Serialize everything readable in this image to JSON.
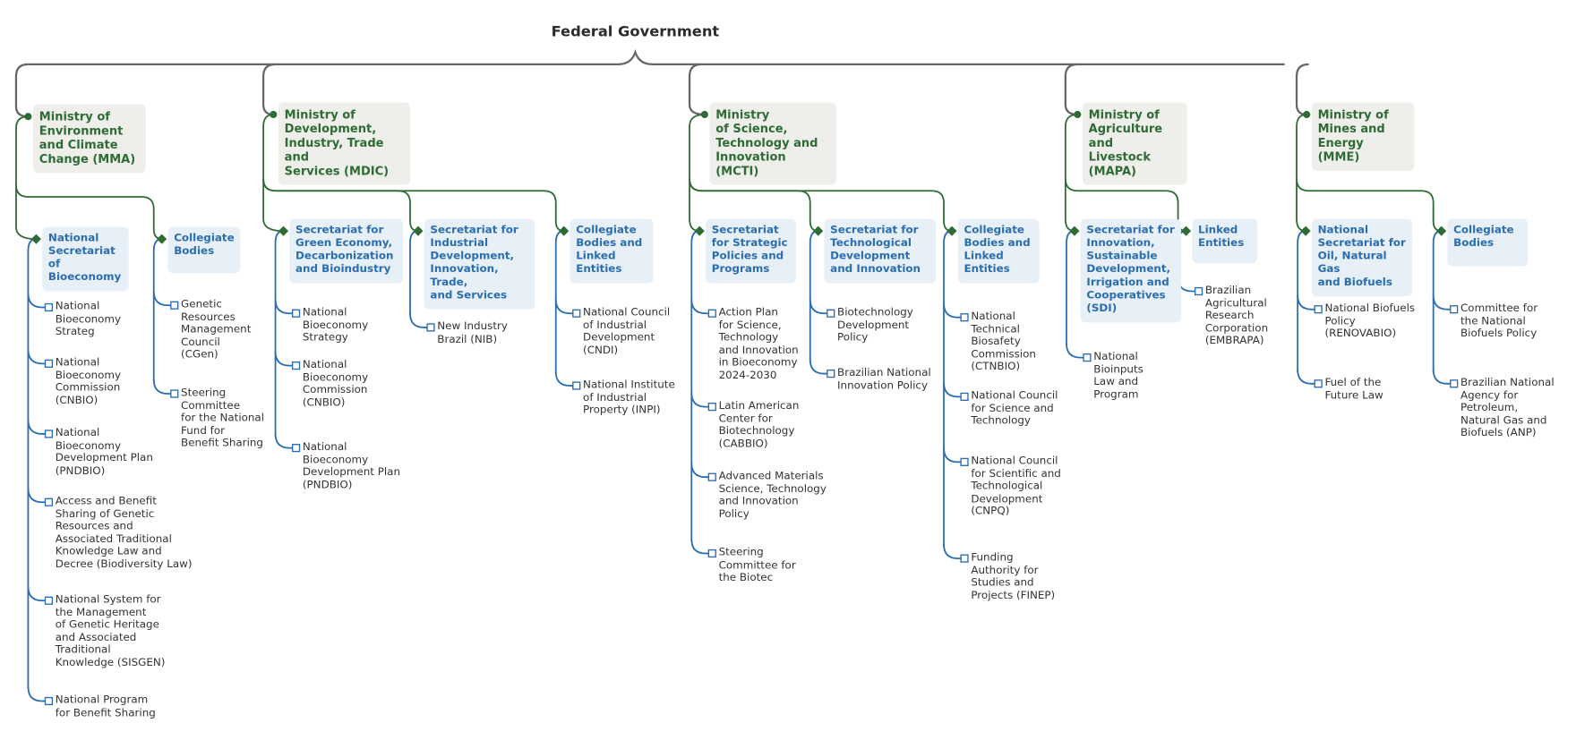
{
  "title": "Federal Government",
  "colors": {
    "connector_root": "#666666",
    "ministry": "#2f6b35",
    "ministry_bg": "#eeeeea",
    "body": "#2a6db0",
    "body_bg": "#e7eff7"
  },
  "icons": {
    "ministry_node": "dot-icon",
    "body_node": "diamond-icon",
    "leaf_node": "square-icon"
  },
  "ministries": [
    {
      "label": "Ministry of\nEnvironment\nand Climate\nChange (MMA)",
      "bodies": [
        {
          "label": "National\nSecretariat of\nBioeconomy",
          "items": [
            "National\nBioeconomy\nStrateg",
            "National\nBioeconomy\nCommission\n(CNBIO)",
            "National\nBioeconomy\nDevelopment Plan\n(PNDBIO)",
            "Access and Benefit\nSharing of Genetic\nResources and\nAssociated Traditional\nKnowledge Law and\nDecree (Biodiversity Law)",
            "National System for\nthe Management\nof Genetic Heritage\nand Associated\nTraditional\nKnowledge (SISGEN)",
            "National Program\nfor Benefit Sharing"
          ]
        },
        {
          "label": "Collegiate\nBodies",
          "items": [
            "Genetic\nResources\nManagement\nCouncil\n(CGen)",
            "Steering\nCommittee\nfor the National\nFund for\nBenefit Sharing"
          ]
        }
      ]
    },
    {
      "label": "Ministry of\nDevelopment,\nIndustry, Trade and\nServices (MDIC)",
      "bodies": [
        {
          "label": "Secretariat for\nGreen Economy,\nDecarbonization\nand Bioindustry",
          "items": [
            "National\nBioeconomy\nStrategy",
            "National\nBioeconomy\nCommission\n(CNBIO)",
            "National\nBioeconomy\nDevelopment Plan\n(PNDBIO)"
          ]
        },
        {
          "label": "Secretariat for\nIndustrial\nDevelopment,\nInnovation, Trade,\nand Services",
          "items": [
            "New Industry\nBrazil (NIB)"
          ]
        },
        {
          "label": "Collegiate\nBodies and\nLinked\nEntities",
          "items": [
            "National Council\nof Industrial\nDevelopment\n(CNDI)",
            "National Institute\nof Industrial\nProperty (INPI)"
          ]
        }
      ]
    },
    {
      "label": "Ministry\nof Science,\nTechnology and\nInnovation (MCTI)",
      "bodies": [
        {
          "label": "Secretariat\nfor Strategic\nPolicies and\nPrograms",
          "items": [
            "Action Plan\nfor Science,\nTechnology\nand Innovation\nin Bioeconomy\n2024-2030",
            "Latin American\nCenter for\nBiotechnology\n(CABBIO)",
            "Advanced Materials\nScience, Technology\nand Innovation\nPolicy",
            "Steering\nCommittee for\nthe Biotec"
          ]
        },
        {
          "label": "Secretariat for\nTechnological\nDevelopment\nand Innovation",
          "items": [
            "Biotechnology\nDevelopment\nPolicy",
            "Brazilian National\nInnovation Policy"
          ]
        },
        {
          "label": "Collegiate\nBodies and\nLinked\nEntities",
          "items": [
            "National\nTechnical\nBiosafety\nCommission\n(CTNBIO)",
            "National Council\nfor Science and\nTechnology",
            "National Council\nfor Scientific and\nTechnological\nDevelopment\n(CNPQ)",
            "Funding\nAuthority for\nStudies and\nProjects (FINEP)"
          ]
        }
      ]
    },
    {
      "label": "Ministry of\nAgriculture and\nLivestock\n(MAPA)",
      "bodies": [
        {
          "label": "Secretariat for\nInnovation,\nSustainable\nDevelopment,\nIrrigation and\nCooperatives\n(SDI)",
          "items": [
            "National\nBioinputs\nLaw and\nProgram"
          ]
        },
        {
          "label": "Linked\nEntities",
          "items": [
            "Brazilian\nAgricultural\nResearch\nCorporation\n(EMBRAPA)"
          ]
        }
      ]
    },
    {
      "label": "Ministry of\nMines and\nEnergy (MME)",
      "bodies": [
        {
          "label": "National\nSecretariat for\nOil, Natural Gas\nand Biofuels",
          "items": [
            "National Biofuels\nPolicy\n(RENOVABIO)",
            "Fuel of the\nFuture Law"
          ]
        },
        {
          "label": "Collegiate\nBodies",
          "items": [
            "Committee for\nthe National\nBiofuels Policy",
            "Brazilian National\nAgency for\nPetroleum,\nNatural Gas and\nBiofuels (ANP)"
          ]
        }
      ]
    }
  ]
}
